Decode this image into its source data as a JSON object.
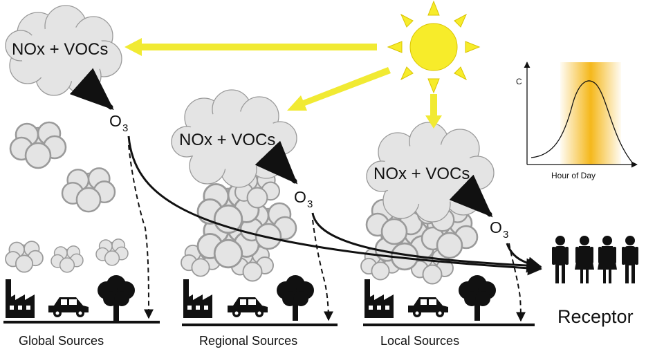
{
  "clouds": {
    "global": {
      "label": "NOx + VOCs"
    },
    "regional": {
      "label": "NOx + VOCs"
    },
    "local": {
      "label": "NOx + VOCs"
    }
  },
  "ozone": {
    "symbol": "O",
    "subscript": "3"
  },
  "sources": {
    "global": "Global Sources",
    "regional": "Regional Sources",
    "local": "Local Sources"
  },
  "receptor": {
    "label": "Receptor"
  },
  "inset": {
    "y_axis_label": "C",
    "x_axis_label": "Hour of Day"
  },
  "colors": {
    "sun": "#f7ec2a",
    "sunlight_arrow": "#f1ea33",
    "cloud_fill": "#e4e4e4",
    "cloud_stroke": "#9a9a9a",
    "daylight_band": "#f5b81b",
    "ink": "#111111"
  },
  "icons": [
    "sun-icon",
    "factory-icon",
    "car-icon",
    "tree-icon",
    "people-icon"
  ]
}
